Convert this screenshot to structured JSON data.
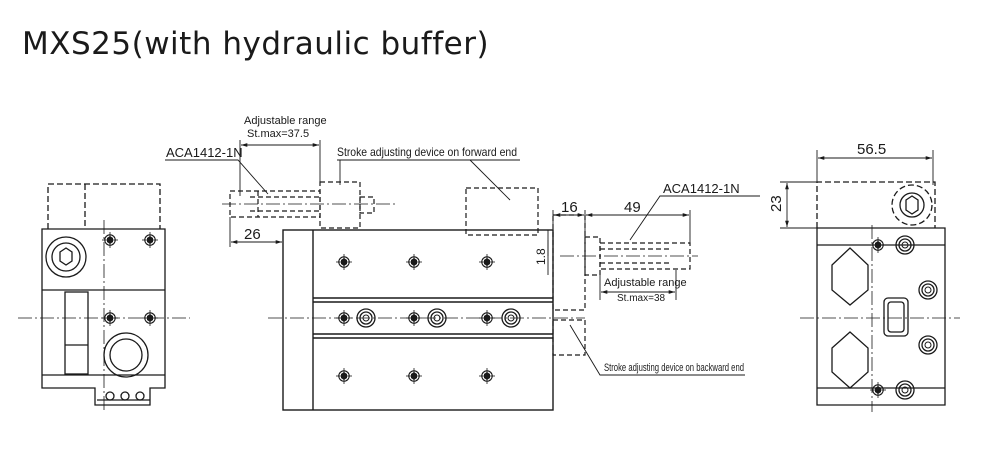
{
  "title": "MXS25(with hydraulic buffer)",
  "labels": {
    "adjustable_range_left": "Adjustable range",
    "stmax_left": "St.max=37.5",
    "aca_left": "ACA1412-1N",
    "forward_device": "Stroke adjusting device on forward end",
    "dim_26": "26",
    "dim_16": "16",
    "dim_49": "49",
    "aca_right": "ACA1412-1N",
    "dim_1_8": "1.8",
    "adjustable_range_right": "Adjustable range",
    "stmax_right": "St.max=38",
    "backward_device": "Stroke adjusting device on backward end",
    "dim_56_5": "56.5",
    "dim_23": "23"
  },
  "colors": {
    "line": "#1a1a1a",
    "fill": "#ffffff"
  }
}
